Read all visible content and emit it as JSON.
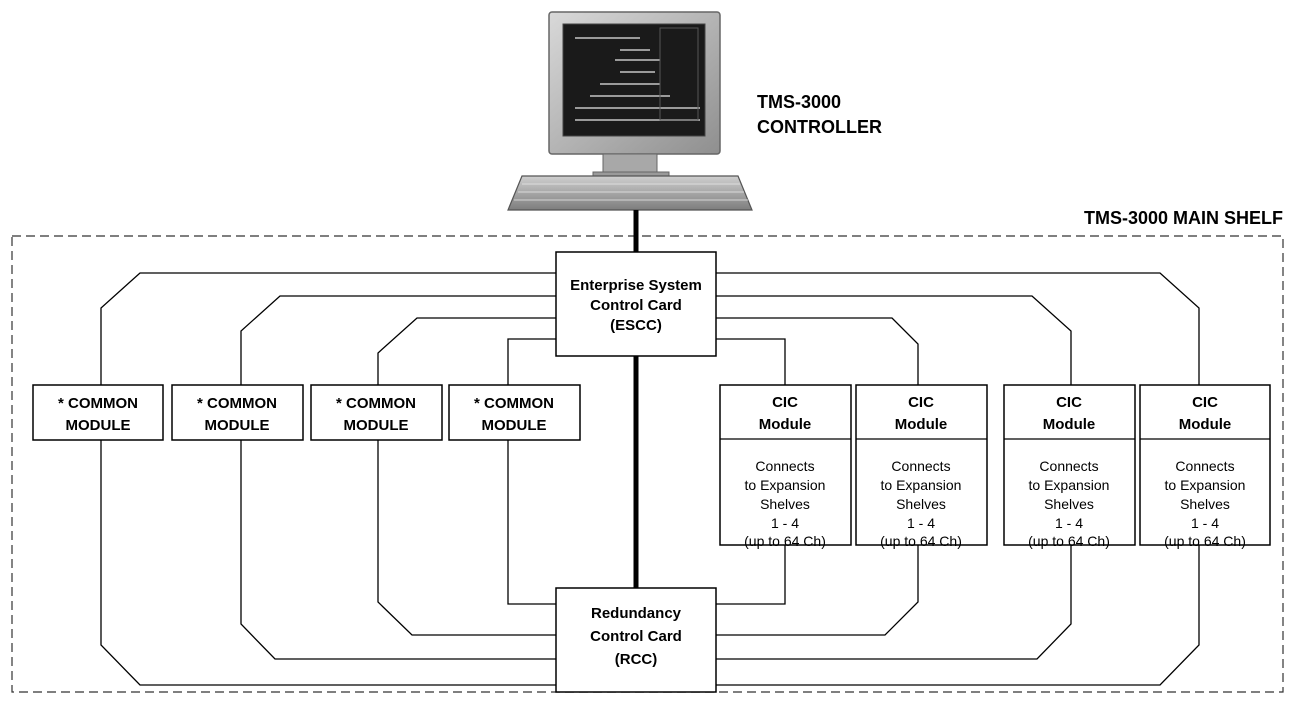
{
  "controller": {
    "label_line1": "TMS-3000",
    "label_line2": "CONTROLLER"
  },
  "shelf": {
    "label": "TMS-3000 MAIN SHELF"
  },
  "escc": {
    "line1": "Enterprise System",
    "line2": "Control Card",
    "line3": "(ESCC)"
  },
  "rcc": {
    "line1": "Redundancy",
    "line2": "Control Card",
    "line3": "(RCC)"
  },
  "common_modules": [
    {
      "line1": "* COMMON",
      "line2": "MODULE"
    },
    {
      "line1": "* COMMON",
      "line2": "MODULE"
    },
    {
      "line1": "* COMMON",
      "line2": "MODULE"
    },
    {
      "line1": "* COMMON",
      "line2": "MODULE"
    }
  ],
  "cic_modules": [
    {
      "title1": "CIC",
      "title2": "Module",
      "desc": [
        "Connects",
        "to Expansion",
        "Shelves",
        "1 - 4",
        "(up to 64 Ch)"
      ]
    },
    {
      "title1": "CIC",
      "title2": "Module",
      "desc": [
        "Connects",
        "to Expansion",
        "Shelves",
        "1 - 4",
        "(up to 64 Ch)"
      ]
    },
    {
      "title1": "CIC",
      "title2": "Module",
      "desc": [
        "Connects",
        "to Expansion",
        "Shelves",
        "1 - 4",
        "(up to 64 Ch)"
      ]
    },
    {
      "title1": "CIC",
      "title2": "Module",
      "desc": [
        "Connects",
        "to Expansion",
        "Shelves",
        "1 - 4",
        "(up to 64 Ch)"
      ]
    }
  ]
}
